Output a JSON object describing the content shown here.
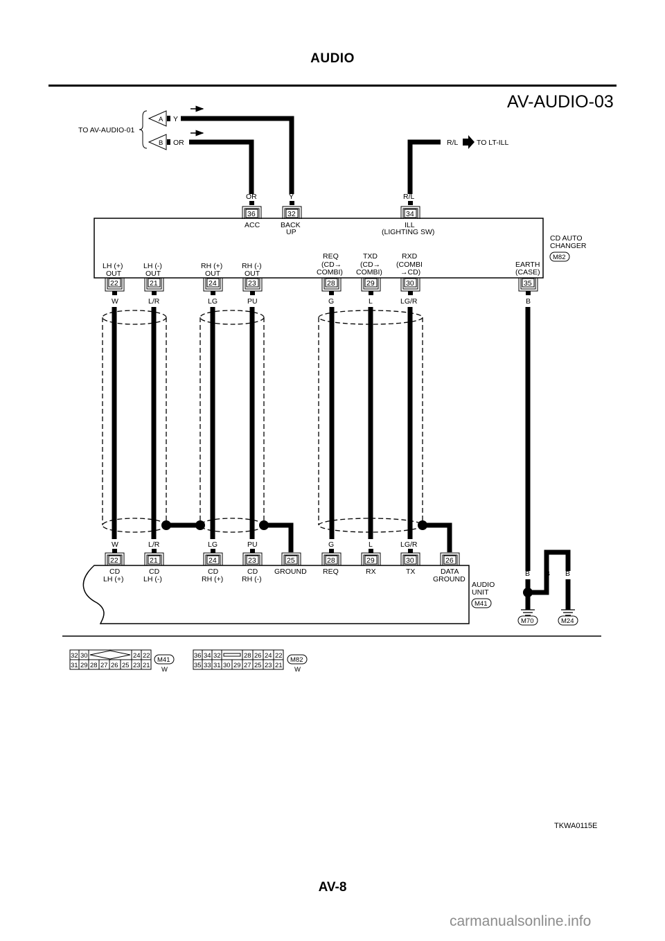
{
  "header": {
    "section_title": "AUDIO",
    "diagram_id": "AV-AUDIO-03"
  },
  "footer": {
    "page_number": "AV-8",
    "figure_code": "TKWA0115E",
    "watermark": "carmanualsonline.info"
  },
  "incoming": {
    "reference": "TO AV-AUDIO-01",
    "connectors": [
      {
        "id": "A",
        "wire_color": "Y"
      },
      {
        "id": "B",
        "wire_color": "OR"
      }
    ],
    "lighting": {
      "wire_color": "R/L",
      "destination": "TO LT-ILL"
    }
  },
  "cd_auto_changer": {
    "name_line1": "CD AUTO",
    "name_line2": "CHANGER",
    "connector": "M82",
    "top_pins": [
      {
        "pin": "36",
        "wire": "OR",
        "label1": "ACC",
        "label2": ""
      },
      {
        "pin": "32",
        "wire": "Y",
        "label1": "BACK",
        "label2": "UP"
      },
      {
        "pin": "34",
        "wire": "R/L",
        "label1": "ILL",
        "label2": "(LIGHTING SW)"
      }
    ],
    "bottom_pins": [
      {
        "pin": "22",
        "wire": "W",
        "label1": "LH (+)",
        "label2": "OUT",
        "label3": ""
      },
      {
        "pin": "21",
        "wire": "L/R",
        "label1": "LH (-)",
        "label2": "OUT",
        "label3": ""
      },
      {
        "pin": "24",
        "wire": "LG",
        "label1": "RH (+)",
        "label2": "OUT",
        "label3": ""
      },
      {
        "pin": "23",
        "wire": "PU",
        "label1": "RH (-)",
        "label2": "OUT",
        "label3": ""
      },
      {
        "pin": "28",
        "wire": "G",
        "label1": "REQ",
        "label2": "(CD→",
        "label3": "COMBI)"
      },
      {
        "pin": "29",
        "wire": "L",
        "label1": "TXD",
        "label2": "(CD→",
        "label3": "COMBI)"
      },
      {
        "pin": "30",
        "wire": "LG/R",
        "label1": "RXD",
        "label2": "(COMBI",
        "label3": "→CD)"
      },
      {
        "pin": "35",
        "wire": "B",
        "label1": "EARTH",
        "label2": "(CASE)",
        "label3": ""
      }
    ]
  },
  "audio_unit": {
    "name_line1": "AUDIO",
    "name_line2": "UNIT",
    "connector": "M41",
    "pins": [
      {
        "pin": "22",
        "wire": "W",
        "label1": "CD",
        "label2": "LH (+)"
      },
      {
        "pin": "21",
        "wire": "L/R",
        "label1": "CD",
        "label2": "LH (-)"
      },
      {
        "pin": "24",
        "wire": "LG",
        "label1": "CD",
        "label2": "RH (+)"
      },
      {
        "pin": "23",
        "wire": "PU",
        "label1": "CD",
        "label2": "RH (-)"
      },
      {
        "pin": "25",
        "wire": "",
        "label1": "GROUND",
        "label2": ""
      },
      {
        "pin": "28",
        "wire": "G",
        "label1": "REQ",
        "label2": ""
      },
      {
        "pin": "29",
        "wire": "L",
        "label1": "RX",
        "label2": ""
      },
      {
        "pin": "30",
        "wire": "LG/R",
        "label1": "TX",
        "label2": ""
      },
      {
        "pin": "26",
        "wire": "",
        "label1": "DATA",
        "label2": "GROUND"
      }
    ]
  },
  "grounds": {
    "wire_colors": [
      "B",
      "B",
      "B"
    ],
    "points": [
      "M70",
      "M24"
    ]
  },
  "connector_views": [
    {
      "id": "M41",
      "color": "W",
      "top_row": [
        "32",
        "30",
        "24",
        "22"
      ],
      "bottom_row": [
        "31",
        "29",
        "28",
        "27",
        "26",
        "25",
        "23",
        "21"
      ]
    },
    {
      "id": "M82",
      "color": "W",
      "top_row": [
        "36",
        "34",
        "32",
        "28",
        "26",
        "24",
        "22"
      ],
      "bottom_row": [
        "35",
        "33",
        "31",
        "30",
        "29",
        "27",
        "25",
        "23",
        "21"
      ]
    }
  ]
}
